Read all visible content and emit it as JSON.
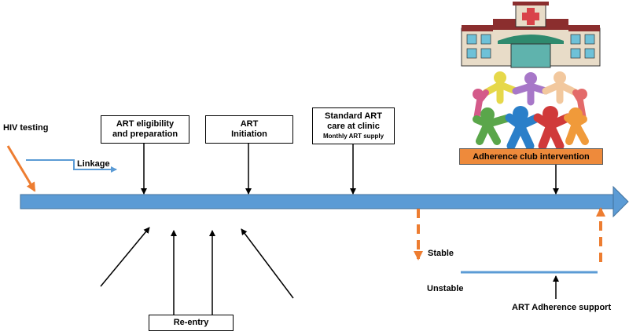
{
  "labels": {
    "hiv_testing": "HIV testing",
    "linkage": "Linkage",
    "art_eligibility_line1": "ART eligibility",
    "art_eligibility_line2": "and preparation",
    "art_initiation_line1": "ART",
    "art_initiation_line2": "Initiation",
    "standard_care_line1": "Standard ART",
    "standard_care_line2": "care at clinic",
    "standard_care_line3": "Monthly ART supply",
    "adherence_club": "Adherence club intervention",
    "stable": "Stable",
    "unstable": "Unstable",
    "adherence_support": "ART Adherence support",
    "reentry": "Re-entry"
  },
  "colors": {
    "timeline": "#5b9bd5",
    "orange": "#ed7d31",
    "club_box": "#ee8a3b"
  },
  "icons": {
    "clinic": "hospital-building-icon",
    "club": "people-circle-icon"
  }
}
